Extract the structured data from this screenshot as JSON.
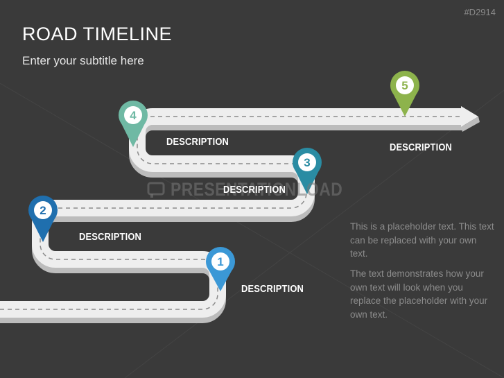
{
  "header": {
    "doc_id": "#D2914",
    "title": "ROAD TIMELINE",
    "subtitle": "Enter your subtitle here"
  },
  "watermark": {
    "text": "PRESENTATIONLOAD"
  },
  "milestones": [
    {
      "number": "1",
      "label": "DESCRIPTION",
      "color": "#3b98d6"
    },
    {
      "number": "2",
      "label": "DESCRIPTION",
      "color": "#1f6fae"
    },
    {
      "number": "3",
      "label": "DESCRIPTION",
      "color": "#2a8ca3"
    },
    {
      "number": "4",
      "label": "DESCRIPTION",
      "color": "#6fb9a4"
    },
    {
      "number": "5",
      "label": "DESCRIPTION",
      "color": "#8db34c"
    }
  ],
  "body": {
    "paragraph1": "This is a placeholder text. This text can be replaced with your own text.",
    "paragraph2": "The text demonstrates how your own text will look when you replace the placeholder with your own text."
  },
  "colors": {
    "background": "#3a3a3a",
    "road": "#efefef",
    "road_shadow": "#bdbdbd",
    "dash": "#8a8a8a"
  }
}
